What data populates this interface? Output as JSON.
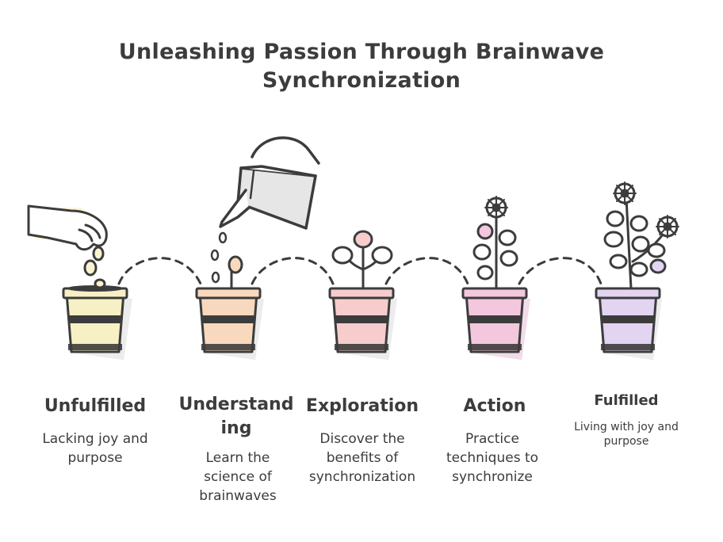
{
  "title": {
    "line1": "Unleashing Passion Through Brainwave",
    "line2": "Synchronization"
  },
  "stages": [
    {
      "label": "Unfulfilled",
      "description": "Lacking joy and purpose",
      "pot_color": "#f7f0c4",
      "icon": "hand-dropping-seeds-icon"
    },
    {
      "label": "Understand ing",
      "description": "Learn the science of brainwaves",
      "pot_color": "#f8d9bd",
      "icon": "watering-can-icon"
    },
    {
      "label": "Exploration",
      "description": "Discover the benefits of synchronization",
      "pot_color": "#f6cccc",
      "icon": "sprout-icon"
    },
    {
      "label": "Action",
      "description": "Practice techniques to synchronize",
      "pot_color": "#f3c7de",
      "icon": "flowering-plant-icon"
    },
    {
      "label": "Fulfilled",
      "description": "Living with joy and purpose",
      "pot_color": "#e3d4f2",
      "icon": "blooming-plant-icon"
    }
  ],
  "colors": {
    "ink": "#3c3c3c",
    "shadow": "#e8e8e8"
  }
}
